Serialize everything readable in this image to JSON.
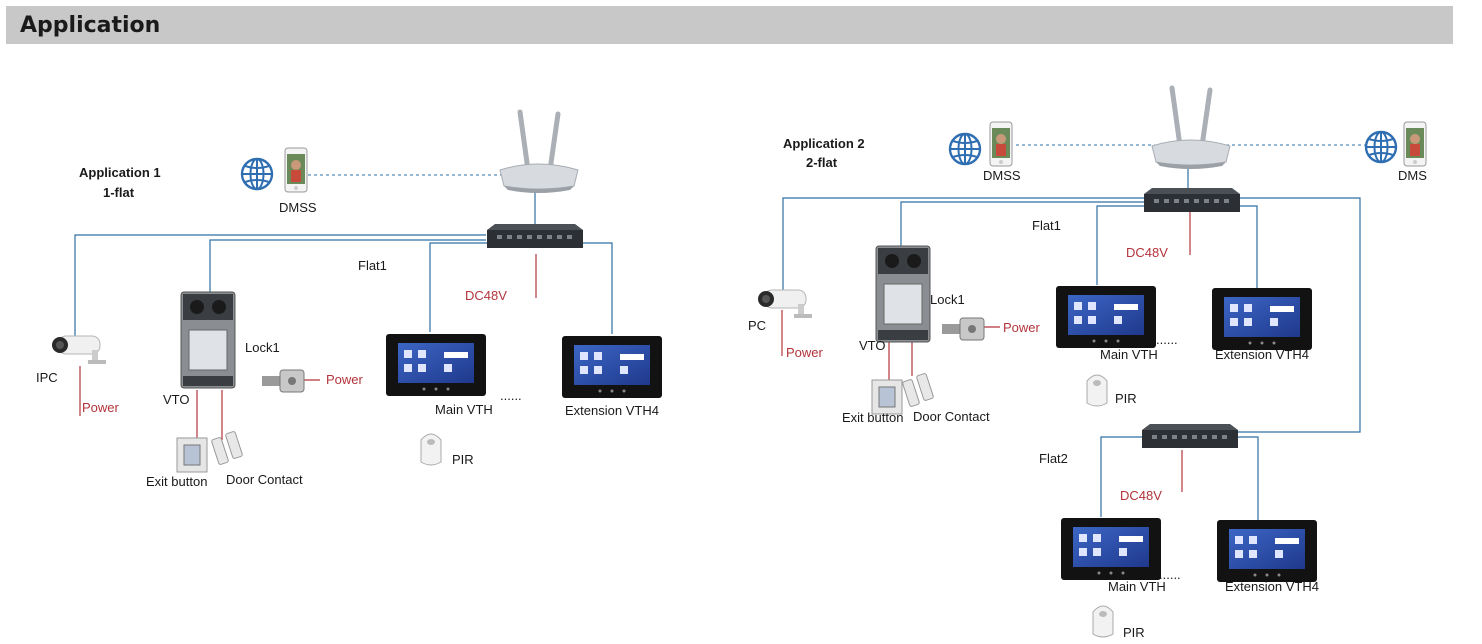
{
  "header": {
    "title": "Application"
  },
  "app1": {
    "title": "Application 1",
    "subtitle": "1-flat",
    "dmss": "DMSS",
    "flat": "Flat1",
    "dc": "DC48V",
    "ipc": "IPC",
    "ipc_power": "Power",
    "vto": "VTO",
    "lock": "Lock1",
    "lock_power": "Power",
    "exit_button": "Exit button",
    "door_contact": "Door Contact",
    "main_vth": "Main VTH",
    "dots": "......",
    "pir": "PIR",
    "extension": "Extension VTH4"
  },
  "app2": {
    "title": "Application 2",
    "subtitle": "2-flat",
    "dmss_left": "DMSS",
    "dmss_right": "DMS",
    "flat1": "Flat1",
    "dc1": "DC48V",
    "ipc": "PC",
    "ipc_power": "Power",
    "vto": "VTO",
    "lock": "Lock1",
    "lock_power": "Power",
    "exit_button": "Exit button",
    "door_contact": "Door Contact",
    "main_vth1": "Main VTH",
    "dots1": "......",
    "pir1": "PIR",
    "extension1": "Extension VTH4",
    "flat2": "Flat2",
    "dc2": "DC48V",
    "main_vth2": "Main VTH",
    "dots2": "......",
    "pir2": "PIR",
    "extension2": "Extension VTH4"
  },
  "colors": {
    "line": "#2e6fa3",
    "power_line": "#b2343a",
    "header_bg": "#c8c8c8"
  }
}
